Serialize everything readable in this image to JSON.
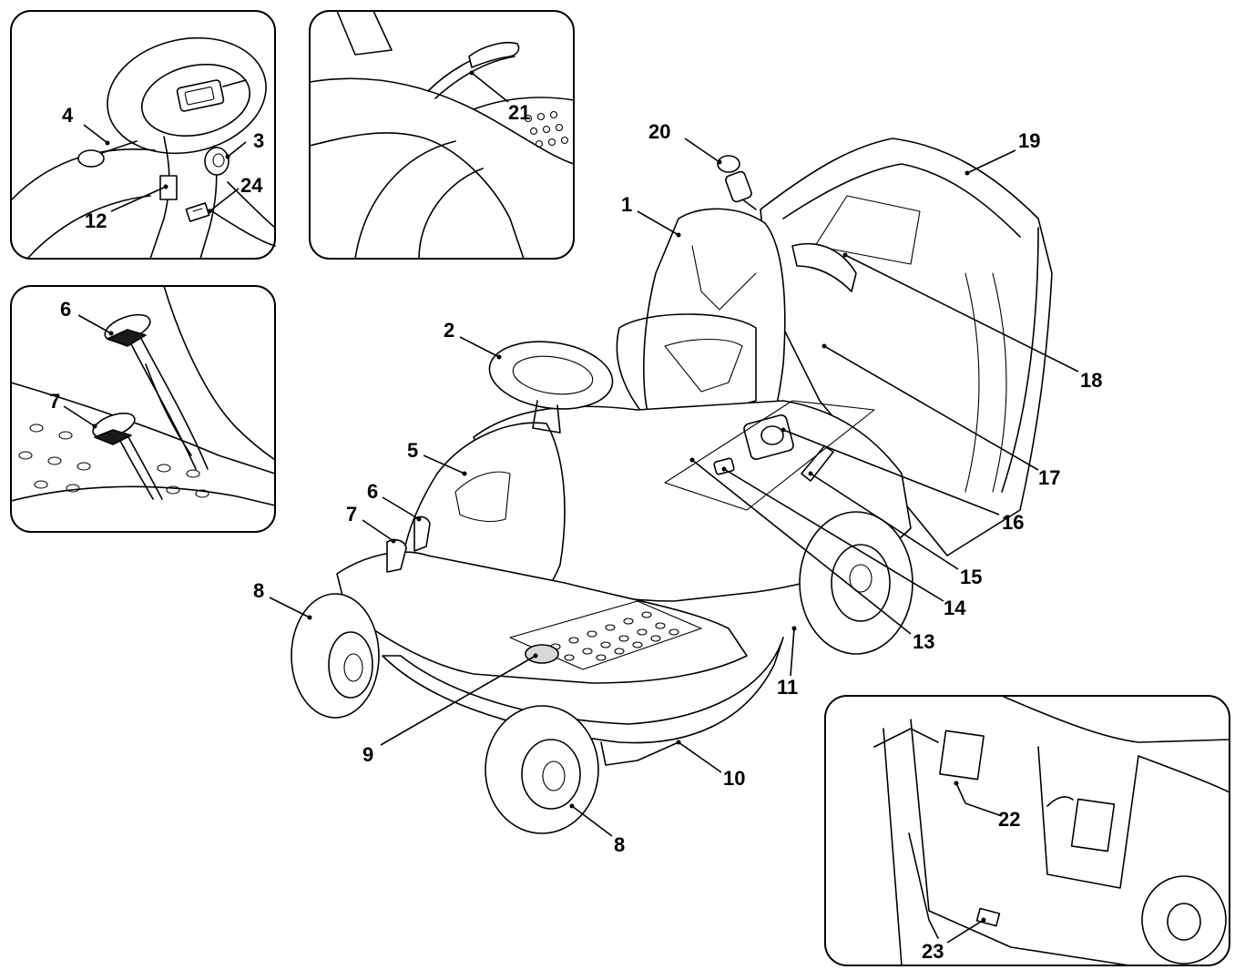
{
  "labels": {
    "l1": "1",
    "l2": "2",
    "l3": "3",
    "l4": "4",
    "l5": "5",
    "l6_main": "6",
    "l6_inset": "6",
    "l7_main": "7",
    "l7_inset": "7",
    "l8_left": "8",
    "l8_front": "8",
    "l9": "9",
    "l10": "10",
    "l11": "11",
    "l12": "12",
    "l13": "13",
    "l14": "14",
    "l15": "15",
    "l16": "16",
    "l17": "17",
    "l18": "18",
    "l19": "19",
    "l20": "20",
    "l21": "21",
    "l22": "22",
    "l23": "23",
    "l24": "24"
  },
  "colors": {
    "line": "#000000",
    "background": "#ffffff",
    "shade": "#d9d9d9"
  }
}
